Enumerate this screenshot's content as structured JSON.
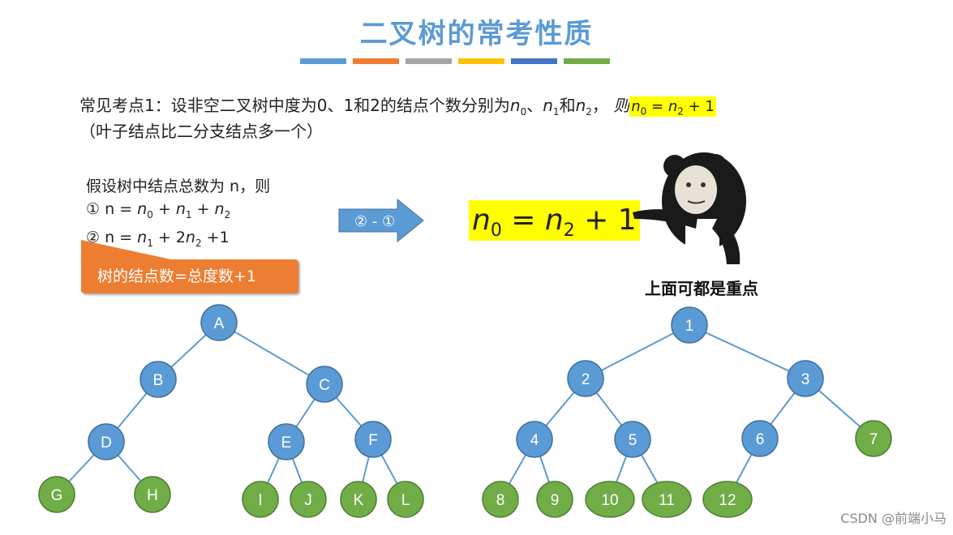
{
  "header": {
    "title": "二叉树的常考性质",
    "bar_colors": [
      "#5b9bd5",
      "#ed7d31",
      "#a5a5a5",
      "#ffc000",
      "#4472c4",
      "#70ad47"
    ]
  },
  "point1": {
    "prefix": "常见考点1：设非空二叉树中度为0、1和2的结点个数分别为",
    "n0": "n",
    "n0_sub": "0",
    "sep1": "、",
    "n1": "n",
    "n1_sub": "1",
    "sep2": "和",
    "n2": "n",
    "n2_sub": "2",
    "sep3": "，",
    "then": "则",
    "result_lhs": "n",
    "result_lhs_sub": "0",
    "result_mid": " = ",
    "result_rhs": "n",
    "result_rhs_sub": "2",
    "result_tail": " + 1",
    "note": "（叶子结点比二分支结点多一个）"
  },
  "assume": {
    "line0": "假设树中结点总数为 n，则",
    "eq1_num": "①",
    "eq1_text": " n = ",
    "eq1_a": "n",
    "eq1_a_sub": "0",
    "eq1_plus1": " + ",
    "eq1_b": "n",
    "eq1_b_sub": "1",
    "eq1_plus2": " + ",
    "eq1_c": "n",
    "eq1_c_sub": "2",
    "eq2_num": "②",
    "eq2_text": " n = ",
    "eq2_a": "n",
    "eq2_a_sub": "1",
    "eq2_plus": " + 2",
    "eq2_b": "n",
    "eq2_b_sub": "2",
    "eq2_tail": " +1"
  },
  "callout": {
    "text": "树的结点数=总度数+1"
  },
  "arrow": {
    "label": "② - ①"
  },
  "big_formula": {
    "lhs": "n",
    "lhs_sub": "0",
    "mid": " = ",
    "rhs": "n",
    "rhs_sub": "2",
    "tail": " + 1"
  },
  "meme": {
    "caption": "上面可都是重点"
  },
  "tree_left": {
    "nodes": [
      "A",
      "B",
      "C",
      "D",
      "E",
      "F",
      "G",
      "H",
      "I",
      "J",
      "K",
      "L"
    ]
  },
  "tree_right": {
    "nodes": [
      "1",
      "2",
      "3",
      "4",
      "5",
      "6",
      "7",
      "8",
      "9",
      "10",
      "11",
      "12"
    ]
  },
  "colors": {
    "internal_node": "#5b9bd5",
    "leaf_node": "#70ad47",
    "edge": "#5b9bd5",
    "arrow_fill": "#5b9bd5",
    "callout": "#ed7d31",
    "highlight": "#ffff00"
  },
  "watermark": "CSDN @前端小马"
}
